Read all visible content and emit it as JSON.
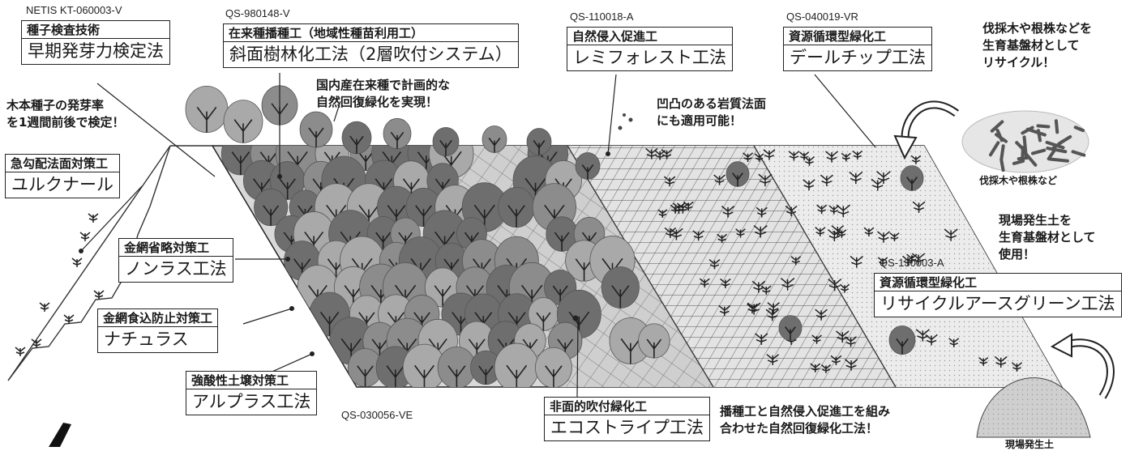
{
  "labels": {
    "hayaki": {
      "code": "NETIS KT-060003-V",
      "sub": "種子検査技術",
      "main": "早期発芽力検定法"
    },
    "shamen": {
      "code": "QS-980148-V",
      "sub": "在来種播種工（地域性種苗利用工）",
      "main": "斜面樹林化工法（2層吹付システム）"
    },
    "remi": {
      "code": "QS-110018-A",
      "sub": "自然侵入促進工",
      "main": "レミフォレスト工法"
    },
    "deru": {
      "code": "QS-040019-VR",
      "sub": "資源循環型緑化工",
      "main": "デールチップ工法"
    },
    "yuruku": {
      "sub": "急勾配法面対策工",
      "main": "ユルクナール"
    },
    "nonrasu": {
      "sub": "金網省略対策工",
      "main": "ノンラス工法"
    },
    "nachurasu": {
      "sub": "金網食込防止対策工",
      "main": "ナチュラス"
    },
    "arupurasu": {
      "code": "QS-030056-VE",
      "sub": "強酸性土壌対策工",
      "main": "アルプラス工法"
    },
    "ekosutoraipu": {
      "sub": "非面的吹付緑化工",
      "main": "エコストライプ工法"
    },
    "risaikuru": {
      "code": "QS-130003-A",
      "sub": "資源循環型緑化工",
      "main": "リサイクルアースグリーン工法"
    }
  },
  "notes": {
    "seed_rate": [
      "木本種子の発芽率",
      "を1週間前後で検定！"
    ],
    "native": [
      "国内産在来種で計画的な",
      "自然回復緑化を実現！"
    ],
    "rock": [
      "凹凸のある岩質法面",
      "にも適用可能！"
    ],
    "felled": [
      "伐採木や根株などを",
      "生育基盤材として",
      "リサイクル！"
    ],
    "soil": [
      "現場発生土を",
      "生育基盤材として",
      "使用！"
    ],
    "combo": [
      "播種工と自然侵入促進工を組み",
      "合わせた自然回復緑化工法！"
    ]
  },
  "captions": {
    "chips": "伐採木や根株など",
    "mound": "現場発生土"
  },
  "colors": {
    "ink": "#1a1a1a",
    "tree_dark": "#6e6e6e",
    "tree_mid": "#8c8c8c",
    "tree_light": "#a9a9a9",
    "slope_bg": "#c8c8c8",
    "grid": "#555555"
  }
}
